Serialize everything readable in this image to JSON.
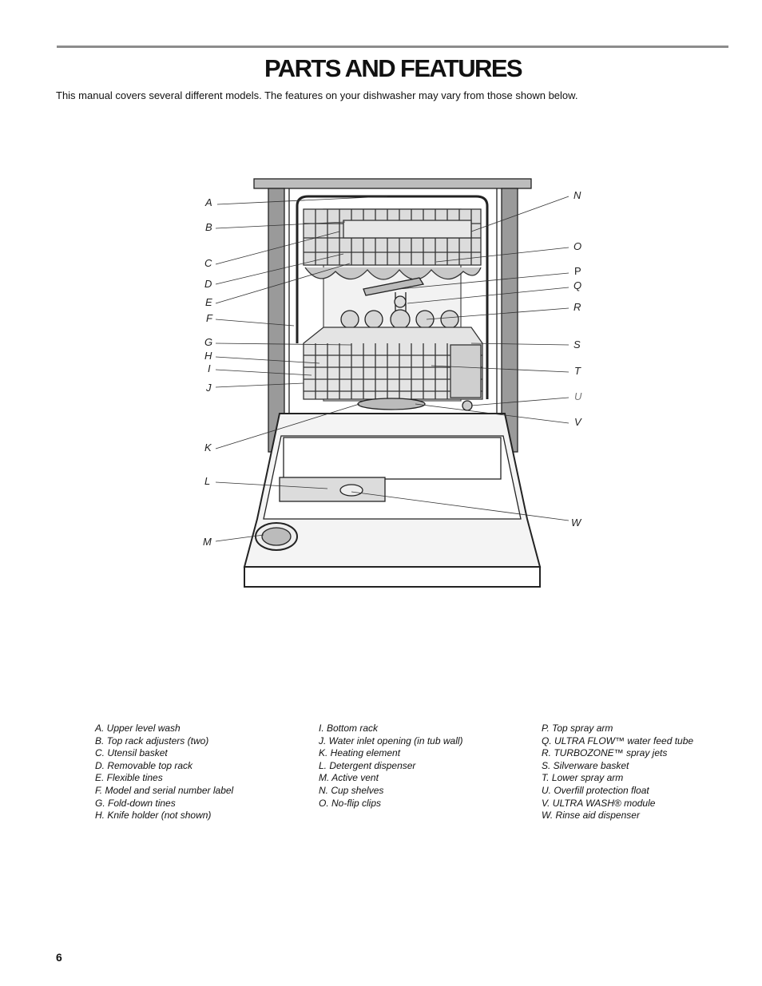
{
  "page": {
    "title": "PARTS AND FEATURES",
    "intro": "This manual covers several different models. The features on your dishwasher may vary from those shown below.",
    "page_number": "6"
  },
  "diagram": {
    "subject": "dishwasher-open-door-illustration",
    "callouts": {
      "A": "A",
      "B": "B",
      "C": "C",
      "D": "D",
      "E": "E",
      "F": "F",
      "G": "G",
      "H": "H",
      "I": "I",
      "J": "J",
      "K": "K",
      "L": "L",
      "M": "M",
      "N": "N",
      "O": "O",
      "P": "P",
      "Q": "Q",
      "R": "R",
      "S": "S",
      "T": "T",
      "U": "U",
      "V": "V",
      "W": "W"
    }
  },
  "legend": {
    "col1": [
      "A. Upper level wash",
      "B. Top rack adjusters (two)",
      "C. Utensil basket",
      "D. Removable top rack",
      "E. Flexible tines",
      "F. Model and serial number label",
      "G. Fold-down tines",
      "H. Knife holder (not shown)"
    ],
    "col2": [
      "I. Bottom rack",
      "J. Water inlet opening (in tub wall)",
      "K. Heating element",
      "L. Detergent dispenser",
      "M. Active vent",
      "N. Cup shelves",
      "O. No-flip clips"
    ],
    "col3": [
      "P. Top spray arm",
      "Q. ULTRA FLOW™ water feed tube",
      "R. TURBOZONE™ spray jets",
      "S. Silverware basket",
      "T. Lower spray arm",
      "U. Overfill protection float",
      "V. ULTRA WASH® module",
      "W. Rinse aid dispenser"
    ]
  }
}
